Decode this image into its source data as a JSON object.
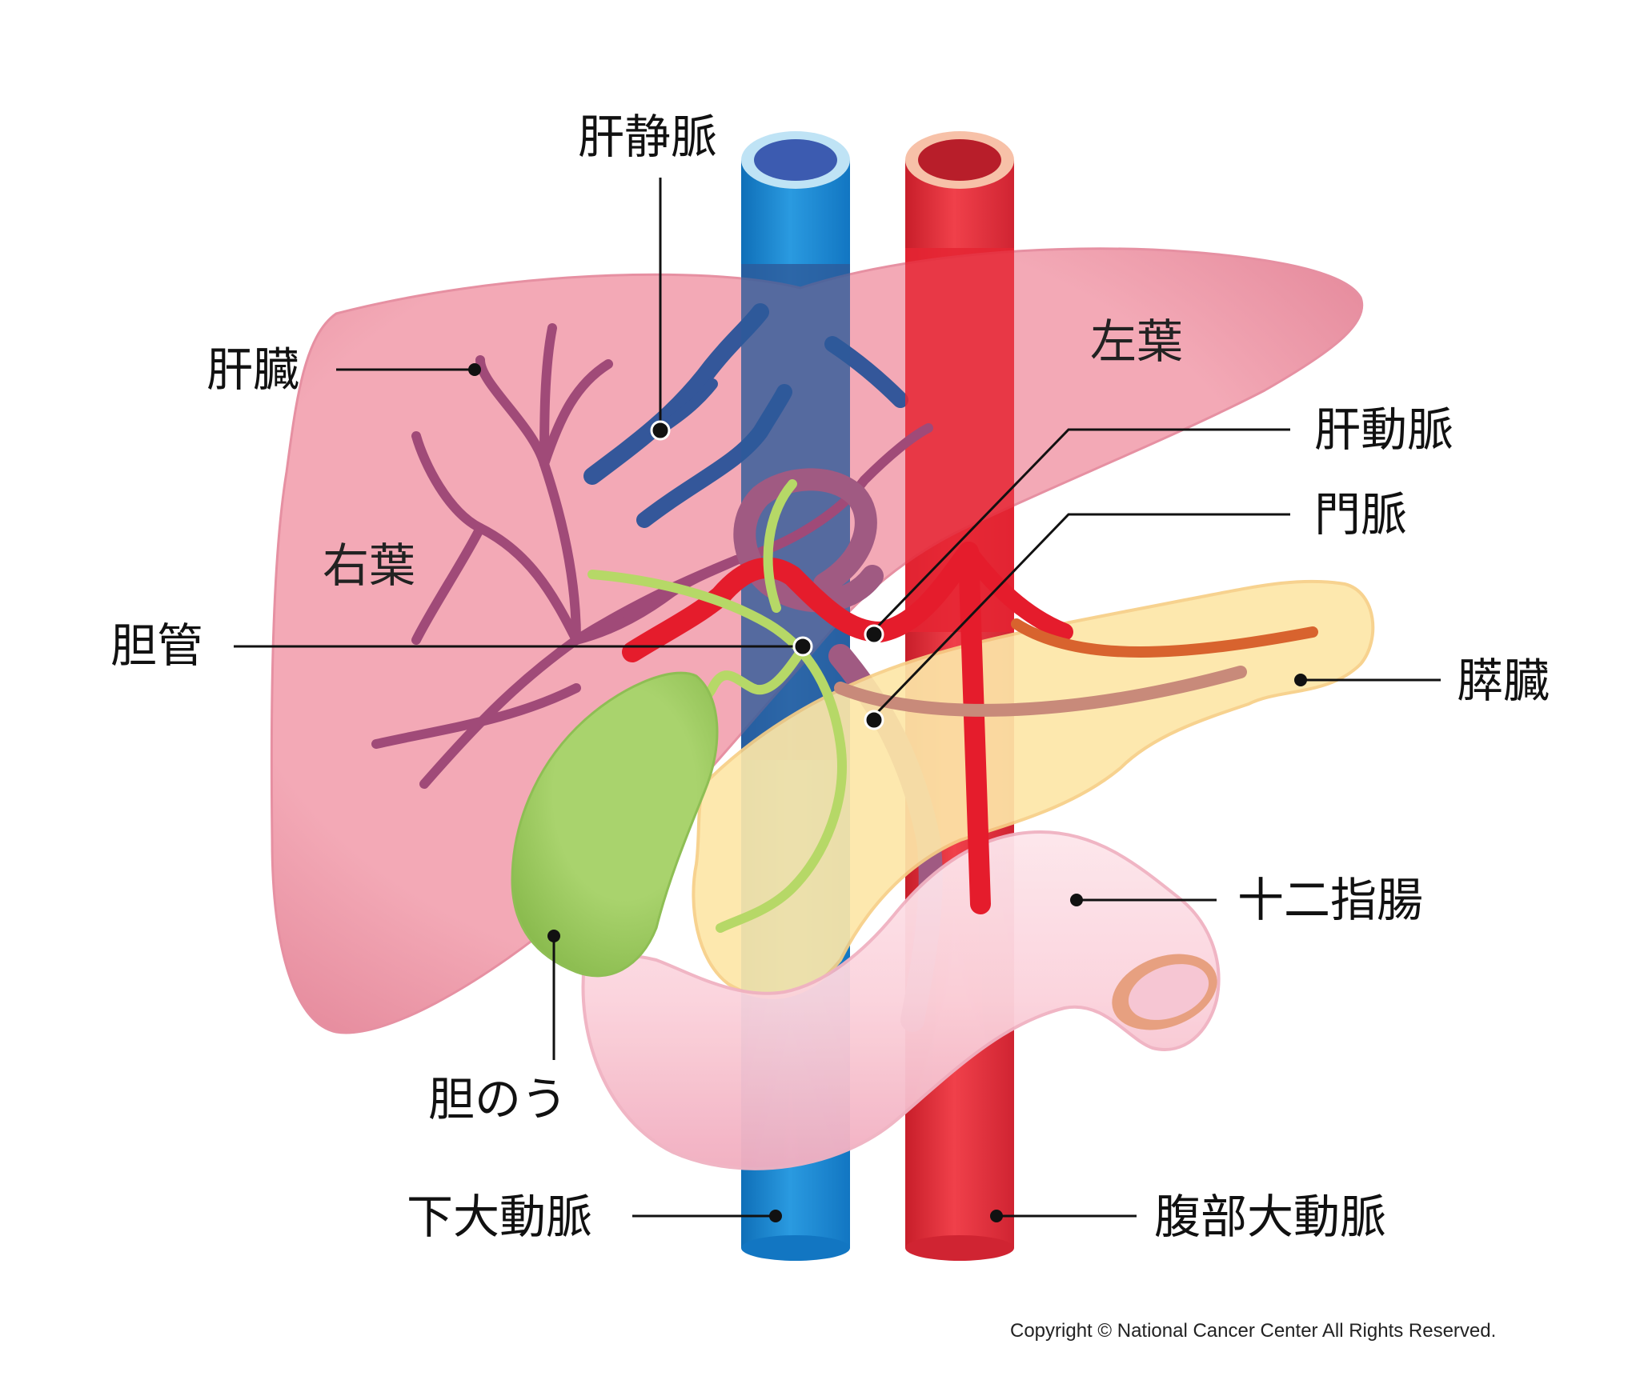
{
  "labels": {
    "hepatic_vein": "肝静脈",
    "liver": "肝臓",
    "left_lobe": "左葉",
    "right_lobe": "右葉",
    "hepatic_artery": "肝動脈",
    "portal_vein": "門脈",
    "bile_duct": "胆管",
    "pancreas": "膵臓",
    "duodenum": "十二指腸",
    "gallbladder": "胆のう",
    "inferior_vena_cava": "下大動脈",
    "abdominal_aorta": "腹部大動脈"
  },
  "copyright": "Copyright © National Cancer Center All Rights Reserved.",
  "colors": {
    "liver": "#eea0ae",
    "vena_cava": "#1a88d0",
    "aorta": "#e8303c",
    "gallbladder": "#a6cf6a",
    "pancreas": "#fde7a8",
    "duodenum": "#fad4dc",
    "portal_vein": "#a05a82",
    "bile_duct": "#b6d867",
    "hepatic_vein": "#34579a"
  }
}
